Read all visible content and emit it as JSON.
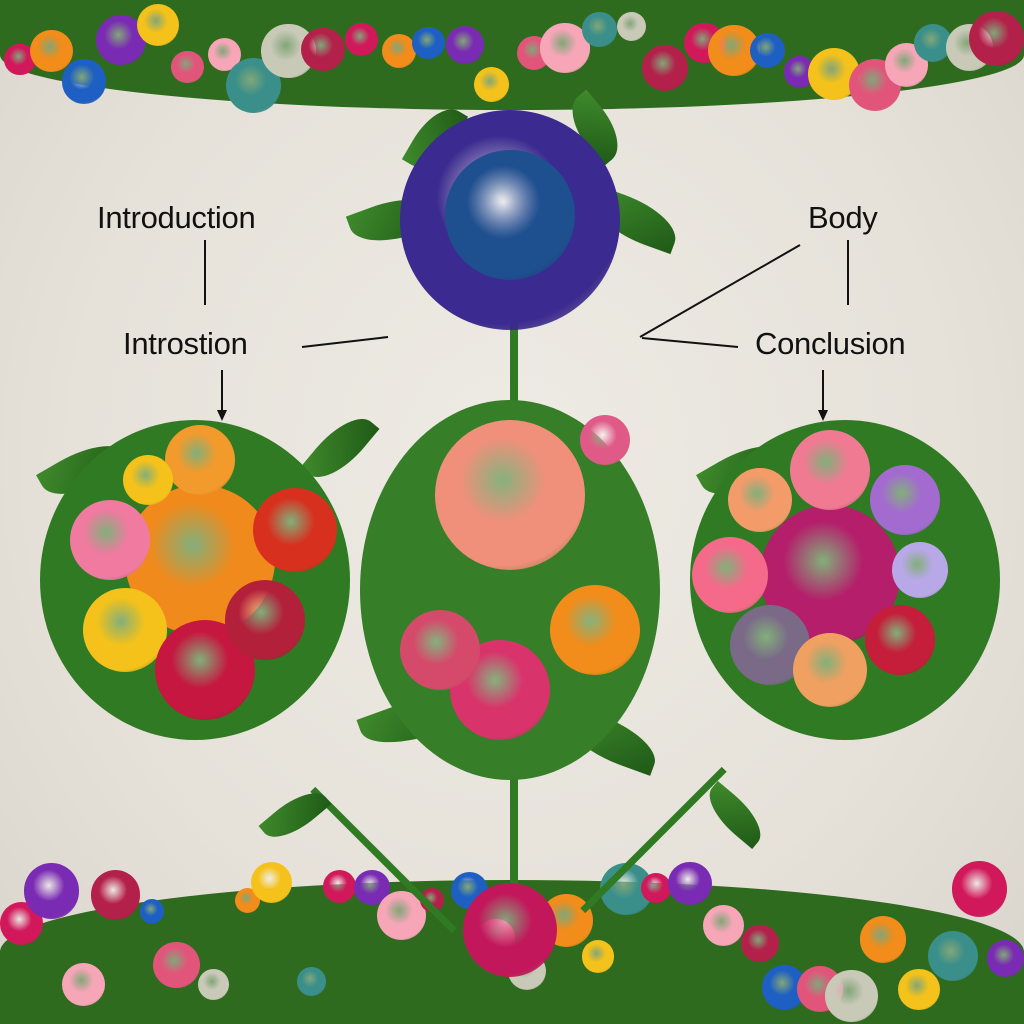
{
  "labels": {
    "introduction": "Introduction",
    "introstion": "Introstion",
    "body": "Body",
    "conclusion": "Conclusion"
  },
  "colors": {
    "background": "#e9e6df",
    "text": "#111111",
    "moss": "#2f6b1f",
    "leaf": "#2f7a22"
  },
  "flower_palette": [
    "#d1185a",
    "#f28c1a",
    "#1d5fc2",
    "#7a2bb3",
    "#f4c21a",
    "#e2557a",
    "#f7a6b8",
    "#3a8f8a",
    "#c9c9b8",
    "#b3204a"
  ]
}
